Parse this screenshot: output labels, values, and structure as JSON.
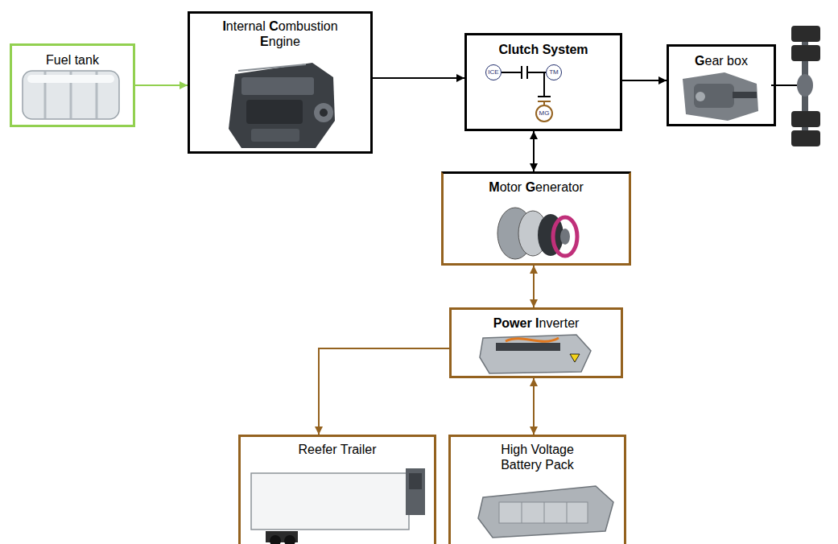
{
  "diagram": {
    "nodes": [
      {
        "text": [
          "Fuel tank"
        ]
      },
      {
        "text": [
          "Internal Combustion Engine"
        ]
      },
      {
        "text": [
          "Clutch System"
        ]
      },
      {
        "text": [
          "ICE"
        ],
        "in": 2
      },
      {
        "text": [
          "TM"
        ],
        "in": 2
      },
      {
        "text": [
          "MG"
        ],
        "in": 2
      },
      {
        "text": [
          "Gear box"
        ]
      },
      {
        "text": [
          "Motor Generator"
        ]
      },
      {
        "text": [
          "Power Inverter"
        ]
      },
      {
        "text": [
          "Reefer Trailer"
        ]
      },
      {
        "text": [
          "High Voltage Battery Pack"
        ]
      }
    ],
    "edges": [
      {
        "from": 0,
        "to": 1,
        "arrow": "to"
      },
      {
        "from": 1,
        "to": 2,
        "arrow": "to"
      },
      {
        "from": 2,
        "to": 6,
        "arrow": "to"
      },
      {
        "from": 3,
        "to": 4,
        "arrow": "none"
      },
      {
        "from": 2,
        "to": 7,
        "arrow": "both"
      },
      {
        "from": 7,
        "to": 8,
        "arrow": "both"
      },
      {
        "from": 8,
        "to": 9,
        "arrow": "to"
      },
      {
        "from": 8,
        "to": 10,
        "arrow": "both"
      }
    ]
  }
}
